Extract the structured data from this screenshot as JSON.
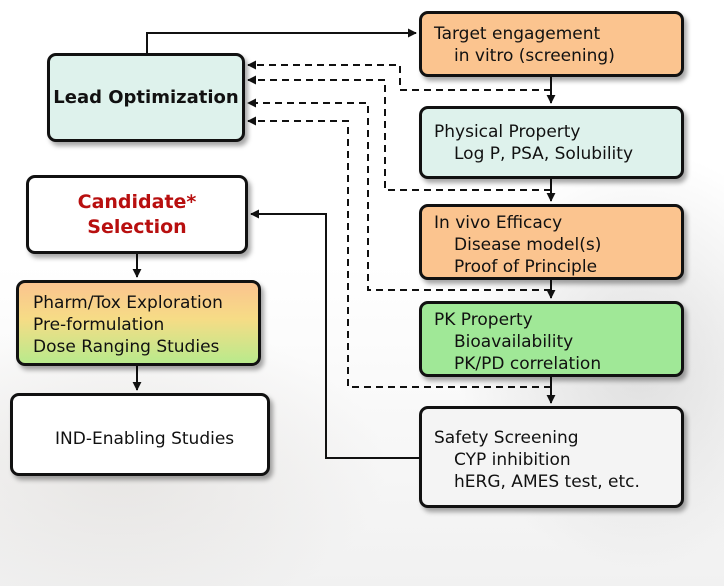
{
  "boxes": {
    "target": {
      "line1": "Target engagement",
      "line2": "in vitro (screening)"
    },
    "physical": {
      "line1": "Physical Property",
      "line2": "Log P, PSA, Solubility"
    },
    "invivo": {
      "line1": "In vivo Efficacy",
      "line2": "Disease model(s)",
      "line3": "Proof of Principle"
    },
    "pk": {
      "line1": "PK Property",
      "line2": "Bioavailability",
      "line3": "PK/PD correlation"
    },
    "safety": {
      "line1": "Safety Screening",
      "line2": "CYP inhibition",
      "line3": "hERG, AMES test, etc."
    },
    "lead": {
      "label": "Lead Optimization"
    },
    "candidate": {
      "line1": "Candidate*",
      "line2": "Selection"
    },
    "pharm": {
      "line1": "Pharm/Tox Exploration",
      "line2": "Pre-formulation",
      "line3": "Dose Ranging Studies"
    },
    "ind": {
      "label": "IND-Enabling Studies"
    }
  },
  "colors": {
    "orange_box": "#fbc48f",
    "mint_box": "#def2ec",
    "green_box": "#a0e897",
    "gray_box": "#f4f4f4",
    "candidate_text": "#b80f0f",
    "stroke": "#111111"
  }
}
